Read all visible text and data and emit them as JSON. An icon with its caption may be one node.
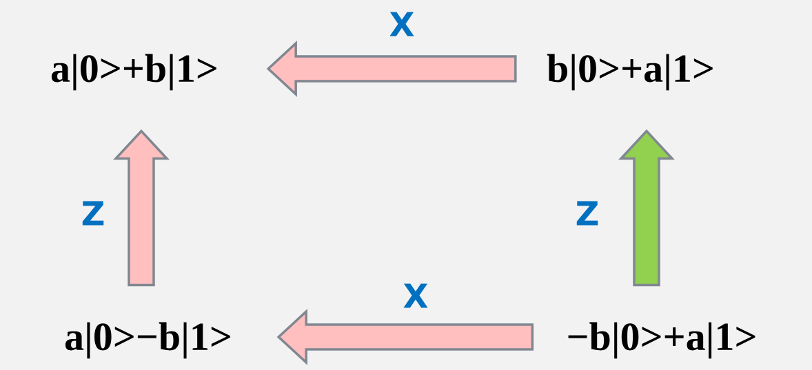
{
  "diagram": {
    "nodes": [
      {
        "text": [
          "a|0>+b|1>"
        ]
      },
      {
        "text": [
          "b|0>+a|1>"
        ]
      },
      {
        "text": [
          "a|0>−b|1>"
        ]
      },
      {
        "text": [
          "−b|0>+a|1>"
        ]
      }
    ],
    "edges": [
      {
        "from": 1,
        "to": 0,
        "arrow": "to",
        "label": "X"
      },
      {
        "from": 2,
        "to": 0,
        "arrow": "to",
        "label": "Z"
      },
      {
        "from": 3,
        "to": 2,
        "arrow": "to",
        "label": "X"
      },
      {
        "from": 3,
        "to": 1,
        "arrow": "to",
        "label": "Z",
        "color": "#92d050"
      }
    ]
  }
}
